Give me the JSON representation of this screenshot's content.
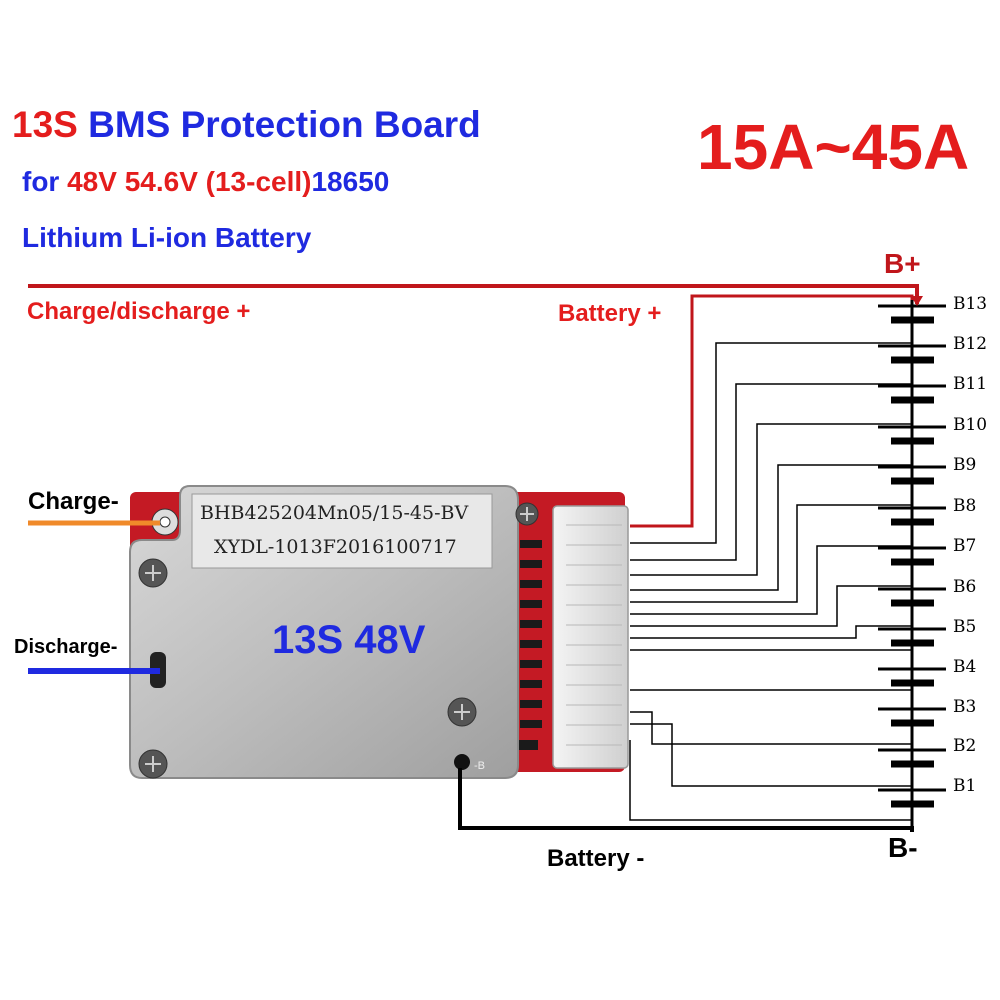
{
  "title": {
    "line1_part1": "13S ",
    "line1_part2": "BMS Protection Board",
    "line2_part1": "for ",
    "line2_part2": "48V 54.6V (13-cell)",
    "line2_part3": "18650",
    "line3": "Lithium Li-ion Battery"
  },
  "current_range": "15A~45A",
  "labels": {
    "charge_discharge_plus": "Charge/discharge +",
    "battery_plus": "Battery +",
    "b_plus": "B+",
    "b_minus": "B-",
    "charge_minus": "Charge-",
    "discharge_minus": "Discharge-",
    "battery_minus": "Battery -"
  },
  "board": {
    "label_line1": "BHB425204Mn05/15-45-BV",
    "label_line2": "XYDL-1013F2016100717",
    "model_text": "13S 48V",
    "pin_mark": "-B"
  },
  "cells": [
    "B13",
    "B12",
    "B11",
    "B10",
    "B9",
    "B8",
    "B7",
    "B6",
    "B5",
    "B4",
    "B3",
    "B2",
    "B1"
  ],
  "colors": {
    "red": "#e41d1d",
    "blue": "#1f2ae0",
    "orange": "#f08a2a",
    "dark_red": "#c0161b",
    "black": "#000000"
  }
}
